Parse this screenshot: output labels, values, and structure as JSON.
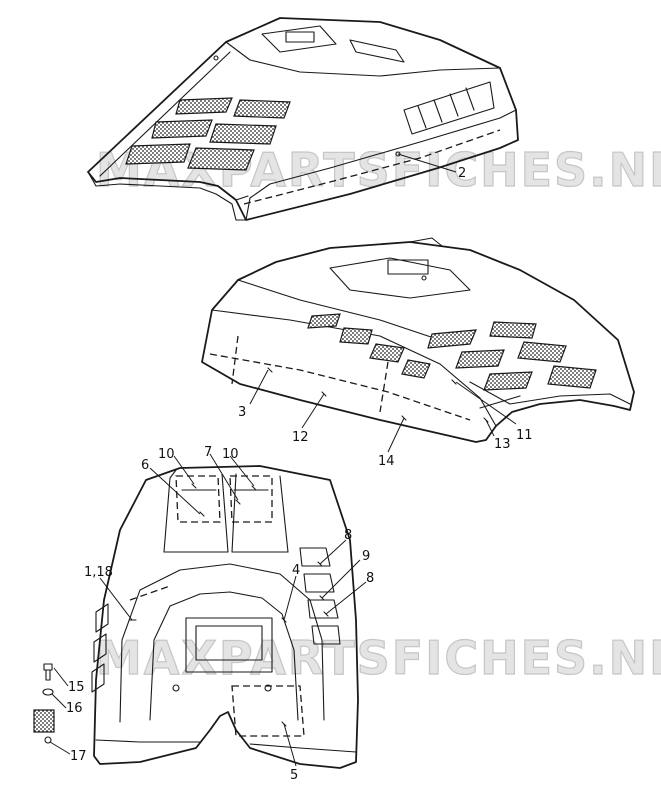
{
  "watermarks": [
    "MAXPARTSFICHES.NET",
    "MAXPARTSFICHES.NET"
  ],
  "callouts": {
    "c2": "2",
    "c3": "3",
    "c12": "12",
    "c14": "14",
    "c13": "13",
    "c11": "11",
    "c10a": "10",
    "c7": "7",
    "c10b": "10",
    "c6": "6",
    "c8a": "8",
    "c9": "9",
    "c8b": "8",
    "c4": "4",
    "c118": "1,18",
    "c15": "15",
    "c16": "16",
    "c17": "17",
    "c5": "5"
  }
}
